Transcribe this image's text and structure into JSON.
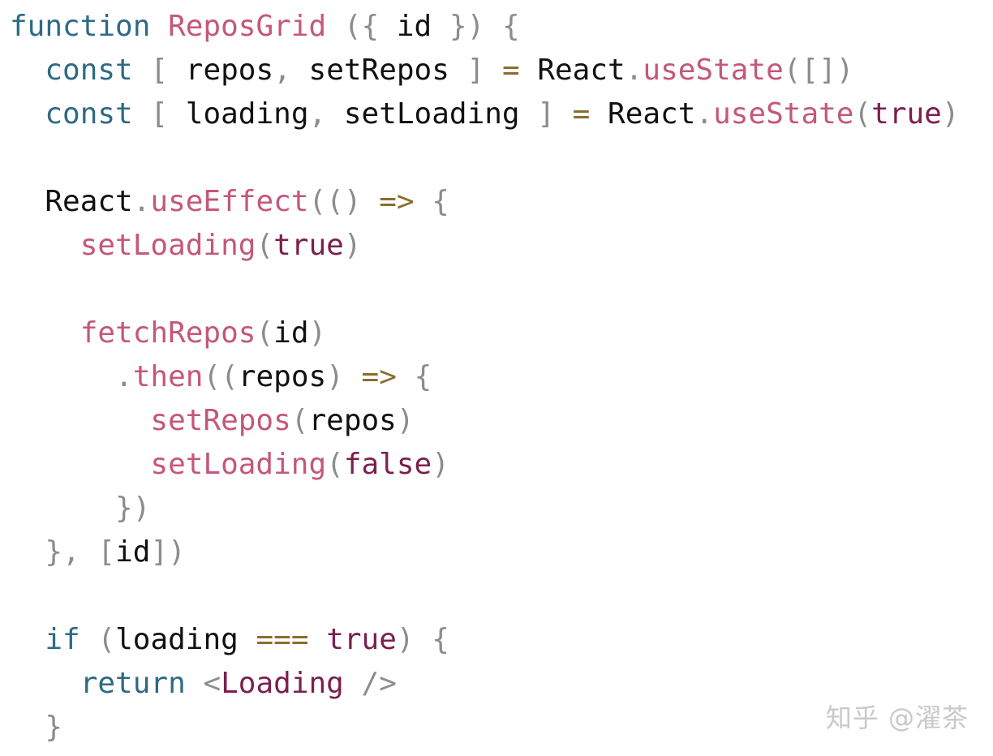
{
  "code": {
    "lines": [
      [
        [
          "kw",
          "function"
        ],
        [
          "var",
          " "
        ],
        [
          "fn",
          "ReposGrid"
        ],
        [
          "var",
          " "
        ],
        [
          "pun",
          "({"
        ],
        [
          "var",
          " id "
        ],
        [
          "pun",
          "})"
        ],
        [
          "var",
          " "
        ],
        [
          "pun",
          "{"
        ]
      ],
      [
        [
          "var",
          "  "
        ],
        [
          "kw",
          "const"
        ],
        [
          "var",
          " "
        ],
        [
          "pun",
          "["
        ],
        [
          "var",
          " repos"
        ],
        [
          "pun",
          ","
        ],
        [
          "var",
          " setRepos "
        ],
        [
          "pun",
          "]"
        ],
        [
          "var",
          " "
        ],
        [
          "op",
          "="
        ],
        [
          "var",
          " React"
        ],
        [
          "pun",
          "."
        ],
        [
          "fn",
          "useState"
        ],
        [
          "pun",
          "([])"
        ]
      ],
      [
        [
          "var",
          "  "
        ],
        [
          "kw",
          "const"
        ],
        [
          "var",
          " "
        ],
        [
          "pun",
          "["
        ],
        [
          "var",
          " loading"
        ],
        [
          "pun",
          ","
        ],
        [
          "var",
          " setLoading "
        ],
        [
          "pun",
          "]"
        ],
        [
          "var",
          " "
        ],
        [
          "op",
          "="
        ],
        [
          "var",
          " React"
        ],
        [
          "pun",
          "."
        ],
        [
          "fn",
          "useState"
        ],
        [
          "pun",
          "("
        ],
        [
          "bool",
          "true"
        ],
        [
          "pun",
          ")"
        ]
      ],
      [],
      [
        [
          "var",
          "  React"
        ],
        [
          "pun",
          "."
        ],
        [
          "fn",
          "useEffect"
        ],
        [
          "pun",
          "(()"
        ],
        [
          "var",
          " "
        ],
        [
          "op",
          "=>"
        ],
        [
          "var",
          " "
        ],
        [
          "pun",
          "{"
        ]
      ],
      [
        [
          "var",
          "    "
        ],
        [
          "fn",
          "setLoading"
        ],
        [
          "pun",
          "("
        ],
        [
          "bool",
          "true"
        ],
        [
          "pun",
          ")"
        ]
      ],
      [],
      [
        [
          "var",
          "    "
        ],
        [
          "fn",
          "fetchRepos"
        ],
        [
          "pun",
          "("
        ],
        [
          "var",
          "id"
        ],
        [
          "pun",
          ")"
        ]
      ],
      [
        [
          "var",
          "      "
        ],
        [
          "pun",
          "."
        ],
        [
          "fn",
          "then"
        ],
        [
          "pun",
          "(("
        ],
        [
          "var",
          "repos"
        ],
        [
          "pun",
          ")"
        ],
        [
          "var",
          " "
        ],
        [
          "op",
          "=>"
        ],
        [
          "var",
          " "
        ],
        [
          "pun",
          "{"
        ]
      ],
      [
        [
          "var",
          "        "
        ],
        [
          "fn",
          "setRepos"
        ],
        [
          "pun",
          "("
        ],
        [
          "var",
          "repos"
        ],
        [
          "pun",
          ")"
        ]
      ],
      [
        [
          "var",
          "        "
        ],
        [
          "fn",
          "setLoading"
        ],
        [
          "pun",
          "("
        ],
        [
          "bool",
          "false"
        ],
        [
          "pun",
          ")"
        ]
      ],
      [
        [
          "var",
          "      "
        ],
        [
          "pun",
          "})"
        ]
      ],
      [
        [
          "var",
          "  "
        ],
        [
          "pun",
          "},"
        ],
        [
          "var",
          " "
        ],
        [
          "pun",
          "["
        ],
        [
          "var",
          "id"
        ],
        [
          "pun",
          "])"
        ]
      ],
      [],
      [
        [
          "var",
          "  "
        ],
        [
          "kw",
          "if"
        ],
        [
          "var",
          " "
        ],
        [
          "pun",
          "("
        ],
        [
          "var",
          "loading "
        ],
        [
          "op",
          "==="
        ],
        [
          "var",
          " "
        ],
        [
          "bool",
          "true"
        ],
        [
          "pun",
          ")"
        ],
        [
          "var",
          " "
        ],
        [
          "pun",
          "{"
        ]
      ],
      [
        [
          "var",
          "    "
        ],
        [
          "kw",
          "return"
        ],
        [
          "var",
          " "
        ],
        [
          "pun",
          "<"
        ],
        [
          "comp",
          "Loading"
        ],
        [
          "var",
          " "
        ],
        [
          "pun",
          "/>"
        ]
      ],
      [
        [
          "var",
          "  "
        ],
        [
          "pun",
          "}"
        ]
      ]
    ]
  },
  "watermark": "知乎 @濯茶",
  "colors": {
    "keyword": "#2e6a84",
    "function": "#c45878",
    "punctuation": "#8c8c8c",
    "operator": "#8a6d2e",
    "boolean": "#7b1f4f",
    "identifier": "#111111",
    "component": "#7b1f4f",
    "watermark": "#c9c9c9",
    "background": "#ffffff"
  }
}
